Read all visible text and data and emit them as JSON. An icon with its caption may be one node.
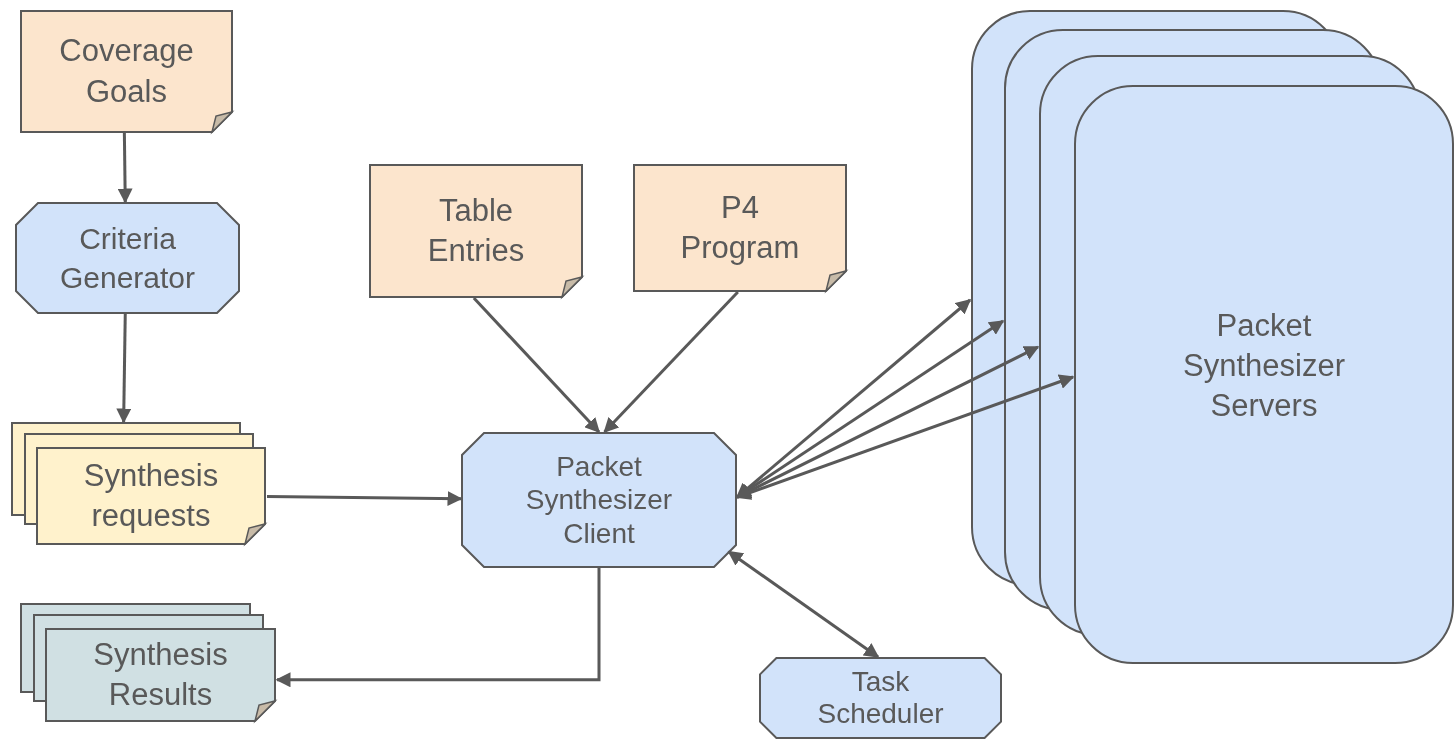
{
  "diagram": {
    "nodes": [
      {
        "text": [
          "Coverage Goals"
        ]
      },
      {
        "text": [
          "Criteria Generator"
        ]
      },
      {
        "text": [
          "Table Entries"
        ]
      },
      {
        "text": [
          "P4 Program"
        ]
      },
      {
        "text": [
          "Packet Synthesizer Servers"
        ]
      },
      {
        "text": [
          "Synthesis requests"
        ]
      },
      {
        "text": [
          "Packet Synthesizer Client"
        ]
      },
      {
        "text": [
          "Synthesis Results"
        ]
      },
      {
        "text": [
          "Task Scheduler"
        ]
      }
    ],
    "edges": [
      {
        "from": 0,
        "to": 1,
        "arrow": "to"
      },
      {
        "from": 1,
        "to": 5,
        "arrow": "to"
      },
      {
        "from": 5,
        "to": 6,
        "arrow": "to"
      },
      {
        "from": 2,
        "to": 6,
        "arrow": "to"
      },
      {
        "from": 3,
        "to": 6,
        "arrow": "to"
      },
      {
        "from": 6,
        "to": 4,
        "arrow": "both"
      },
      {
        "from": 6,
        "to": 4,
        "arrow": "both"
      },
      {
        "from": 6,
        "to": 4,
        "arrow": "both"
      },
      {
        "from": 6,
        "to": 4,
        "arrow": "both"
      },
      {
        "from": 6,
        "to": 7,
        "arrow": "to"
      },
      {
        "from": 6,
        "to": 8,
        "arrow": "both"
      }
    ]
  }
}
